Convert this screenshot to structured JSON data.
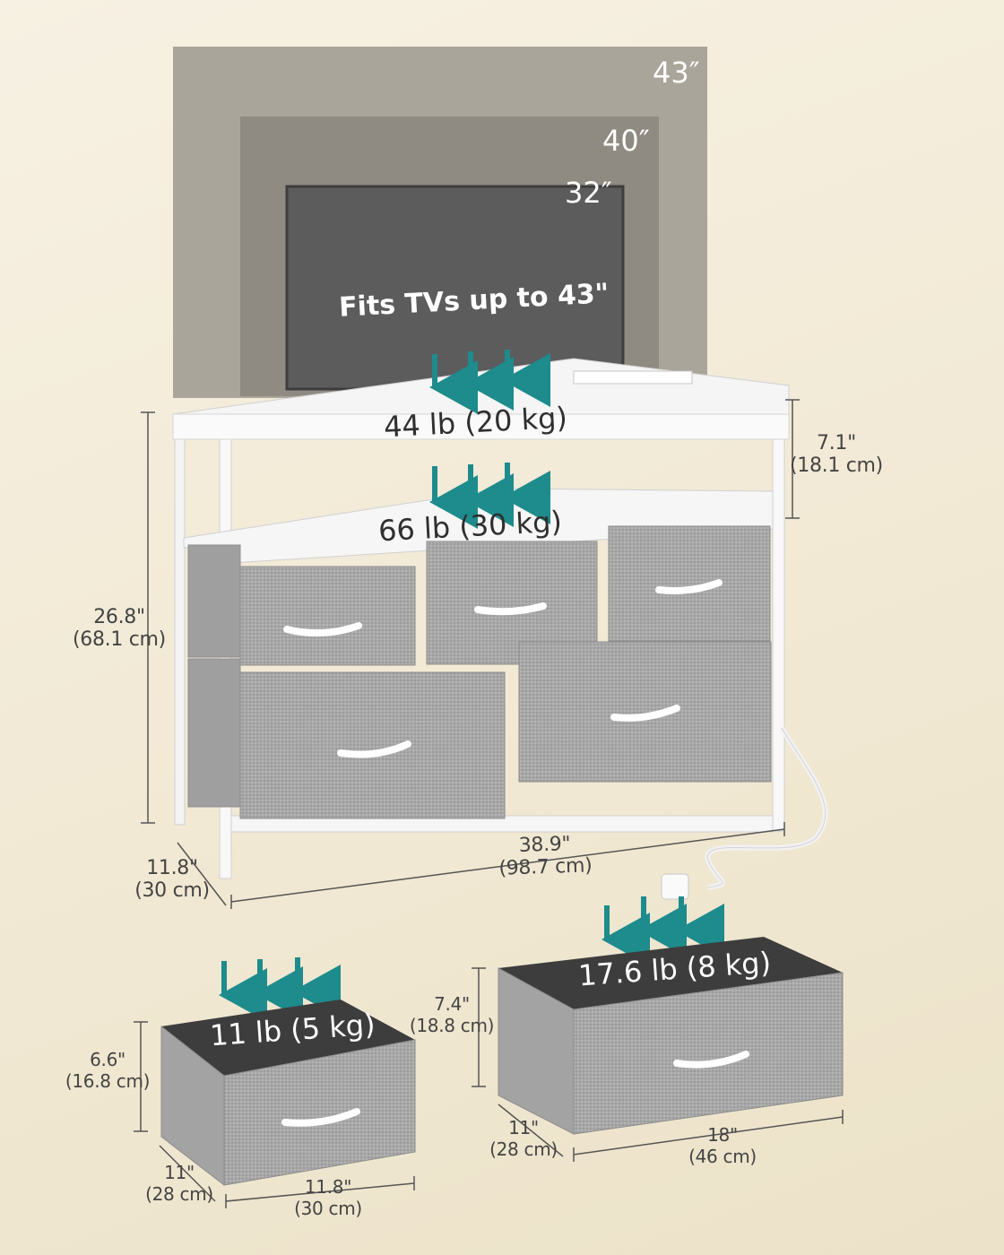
{
  "tv_sizes": {
    "size_43": "43″",
    "size_40": "40″",
    "size_32": "32″"
  },
  "tv_note": "Fits TVs up to 43\"",
  "loads": {
    "top_shelf": "44 lb (20 kg)",
    "middle_shelf": "66 lb (30 kg)",
    "small_drawer": "11 lb (5 kg)",
    "large_drawer": "17.6 lb (8 kg)"
  },
  "dimensions": {
    "shelf_gap_in": "7.1\"",
    "shelf_gap_cm": "(18.1 cm)",
    "height_in": "26.8\"",
    "height_cm": "(68.1 cm)",
    "width_in": "38.9\"",
    "width_cm": "(98.7 cm)",
    "depth_in": "11.8\"",
    "depth_cm": "(30 cm)"
  },
  "small_drawer": {
    "height_in": "6.6\"",
    "height_cm": "(16.8 cm)",
    "depth_in": "11\"",
    "depth_cm": "(28 cm)",
    "width_in": "11.8\"",
    "width_cm": "(30 cm)"
  },
  "large_drawer": {
    "height_in": "7.4\"",
    "height_cm": "(18.8 cm)",
    "depth_in": "11\"",
    "depth_cm": "(28 cm)",
    "width_in": "18\"",
    "width_cm": "(46 cm)"
  },
  "colors": {
    "background": "#f3ecdb",
    "arrow": "#1e8b8c",
    "fabric": "#a9a9a9",
    "frame": "#ffffff",
    "tv_screen": "#5a5a5a"
  }
}
